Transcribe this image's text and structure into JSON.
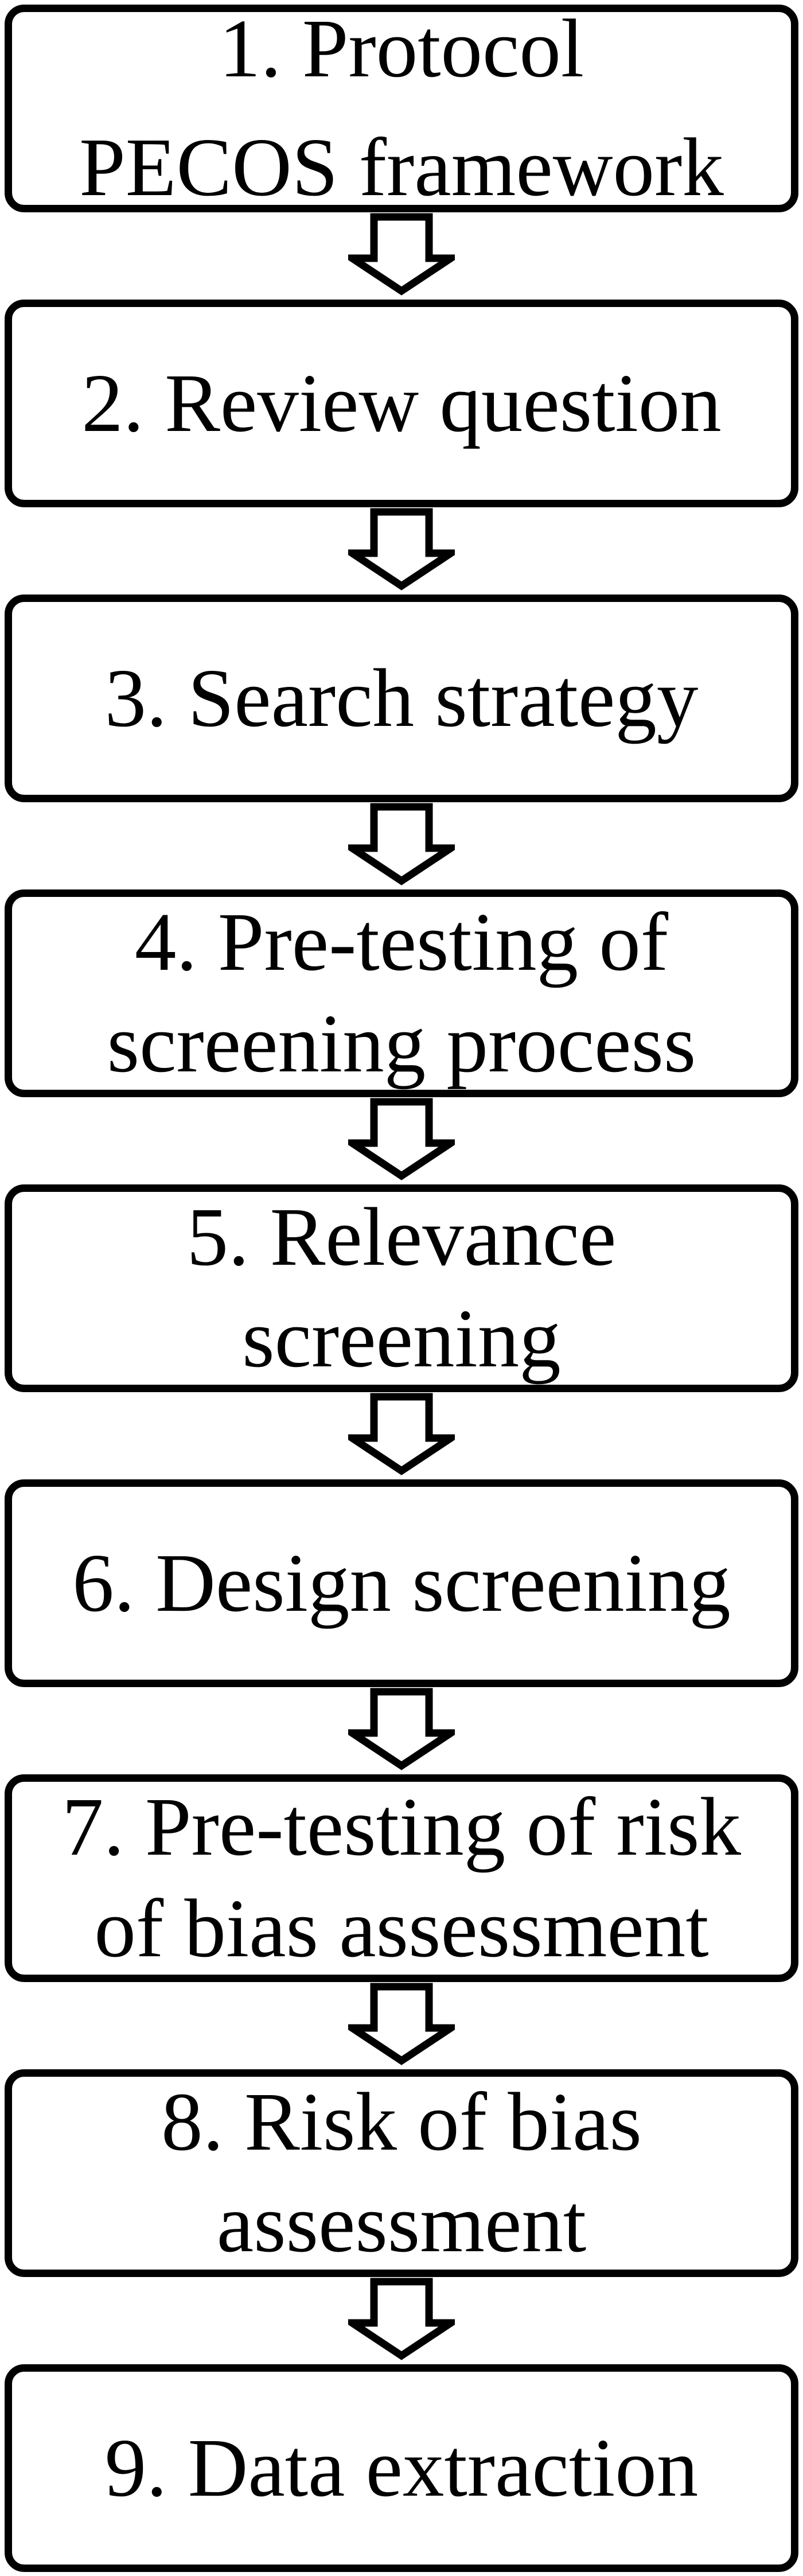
{
  "diagram": {
    "type": "flowchart",
    "direction": "top-down",
    "colors": {
      "background": "#ffffff",
      "box_fill": "#ffffff",
      "box_border": "#000000",
      "text": "#000000",
      "arrow_fill": "#ffffff",
      "arrow_outline": "#000000"
    },
    "connector_icon": "down-block-arrow-icon",
    "steps": [
      {
        "number": "1",
        "text": "1. Protocol PECOS framework",
        "lines": [
          "1. Protocol",
          "PECOS framework"
        ],
        "spread": true
      },
      {
        "number": "2",
        "text": "2. Review question",
        "lines": [
          "2. Review question"
        ],
        "spread": false
      },
      {
        "number": "3",
        "text": "3. Search strategy",
        "lines": [
          "3. Search strategy"
        ],
        "spread": false
      },
      {
        "number": "4",
        "text": "4. Pre-testing of screening process",
        "lines": [
          "4. Pre-testing of",
          "screening process"
        ],
        "spread": false
      },
      {
        "number": "5",
        "text": "5. Relevance screening",
        "lines": [
          "5. Relevance",
          "screening"
        ],
        "spread": false
      },
      {
        "number": "6",
        "text": "6. Design screening",
        "lines": [
          "6. Design screening"
        ],
        "spread": false
      },
      {
        "number": "7",
        "text": "7. Pre-testing of risk of bias assessment",
        "lines": [
          "7. Pre-testing of risk",
          "of bias assessment"
        ],
        "spread": false
      },
      {
        "number": "8",
        "text": "8. Risk of bias assessment",
        "lines": [
          "8. Risk of bias",
          "assessment"
        ],
        "spread": false
      },
      {
        "number": "9",
        "text": "9. Data extraction",
        "lines": [
          "9. Data extraction"
        ],
        "spread": false
      }
    ]
  }
}
